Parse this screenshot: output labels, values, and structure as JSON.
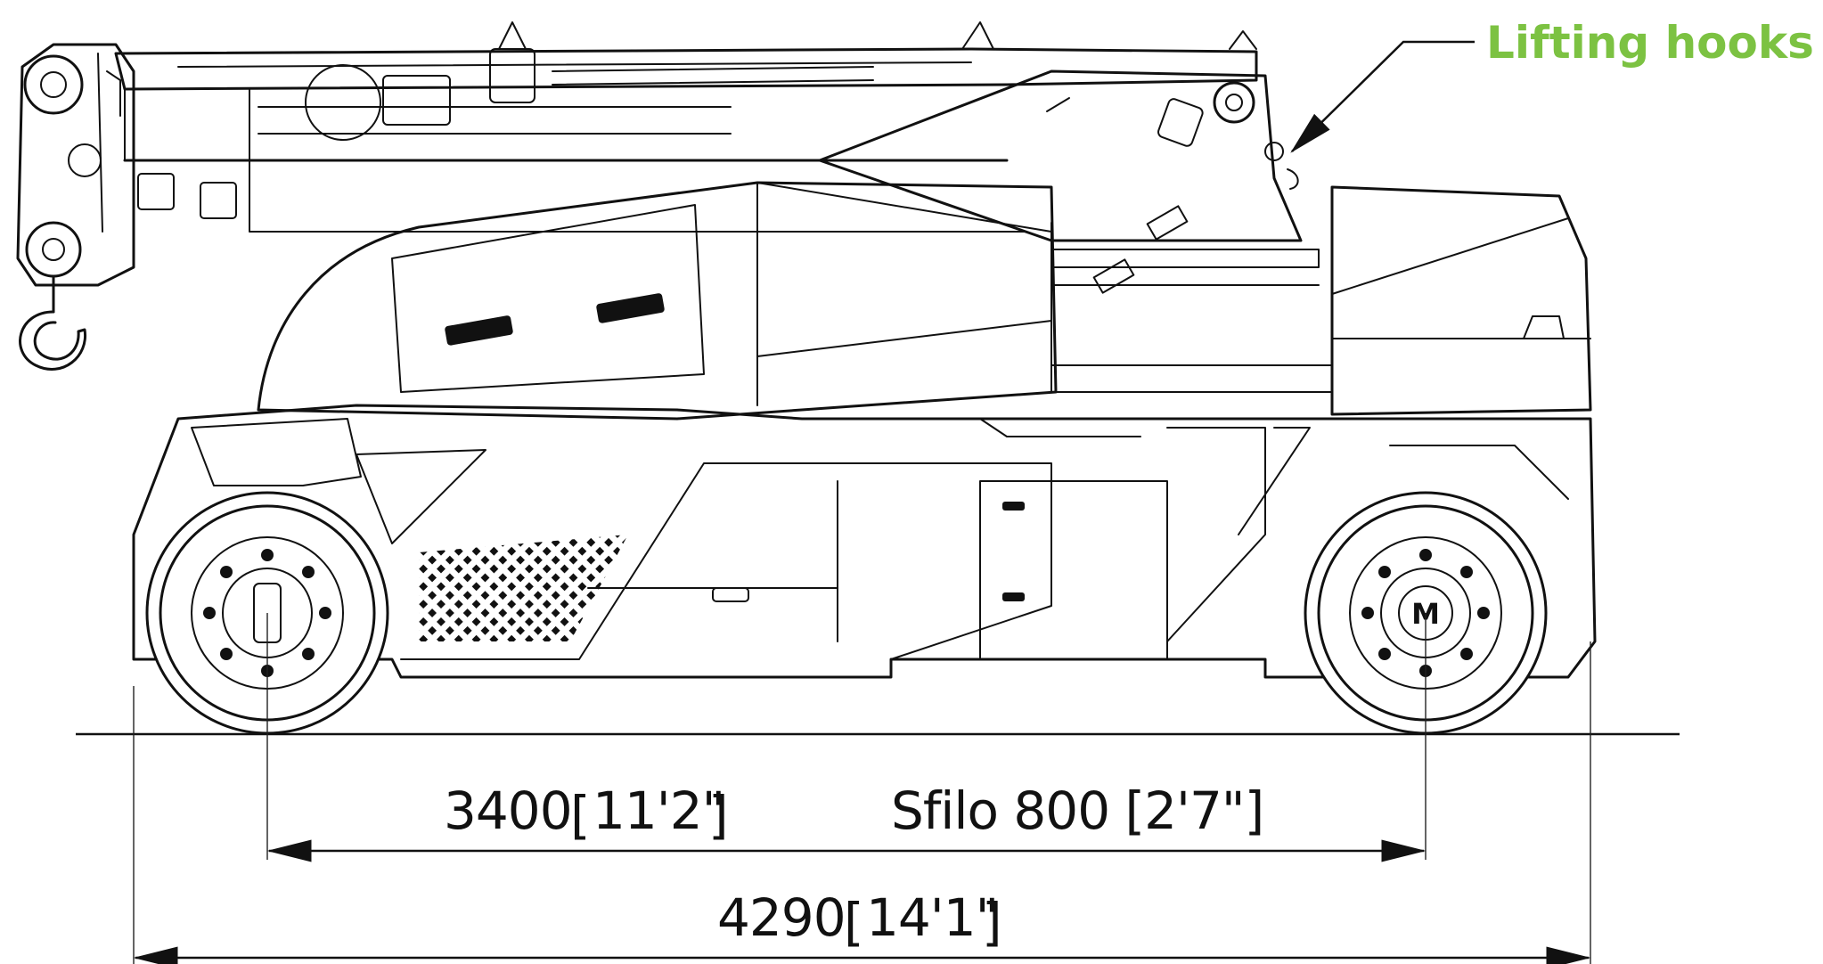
{
  "callout": {
    "label": "Lifting hooks",
    "color": "#7cc242"
  },
  "dimensions": {
    "wheelbase": {
      "value": "3400",
      "imperial": "11'2\""
    },
    "extension": {
      "label": "Sfilo 800 [2'7\"]"
    },
    "overall_length": {
      "value": "4290",
      "imperial": "14'1\""
    }
  },
  "wheel_badge": "M"
}
